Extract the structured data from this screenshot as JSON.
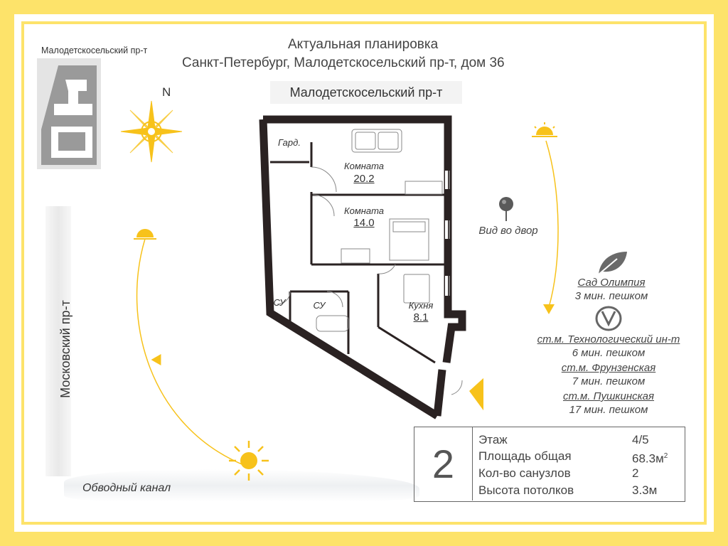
{
  "header": {
    "line1": "Актуальная планировка",
    "line2": "Санкт-Петербург, Малодетскосельский пр-т, дом 36"
  },
  "streets": {
    "top": "Малодетскосельский пр-т",
    "left": "Московский пр-т",
    "canal": "Обводный канал",
    "mini_map": "Малодетскосельский пр-т"
  },
  "compass": {
    "north": "N"
  },
  "plan": {
    "wardrobe": "Гард.",
    "room1": {
      "label": "Комната",
      "area": "20.2"
    },
    "room2": {
      "label": "Комната",
      "area": "14.0"
    },
    "kitchen": {
      "label": "Кухня",
      "area": "8.1"
    },
    "bath1": "СУ",
    "bath2": "СУ"
  },
  "view": {
    "label": "Вид во двор",
    "icon": "map-pin-icon"
  },
  "poi": {
    "park": {
      "name": "Сад Олимпия",
      "walk": "3 мин. пешком",
      "icon": "leaf-icon"
    },
    "metro_icon": "metro-icon",
    "metro": [
      {
        "name": "ст.м. Технологический ин-т",
        "walk": "6 мин. пешком"
      },
      {
        "name": "ст.м. Фрунзенская",
        "walk": "7 мин. пешком"
      },
      {
        "name": "ст.м. Пушкинская",
        "walk": "17 мин. пешком"
      }
    ]
  },
  "info": {
    "rooms": "2",
    "rows": [
      {
        "key": "Этаж",
        "value": "4/5"
      },
      {
        "key": "Площадь общая",
        "value": "68.3м",
        "sup": "2"
      },
      {
        "key": "Кол-во санузлов",
        "value": "2"
      },
      {
        "key": "Высота потолков",
        "value": "3.3м"
      }
    ]
  },
  "colors": {
    "accent": "#fde36a",
    "sun": "#f7c21b",
    "wall": "#2a2222"
  }
}
